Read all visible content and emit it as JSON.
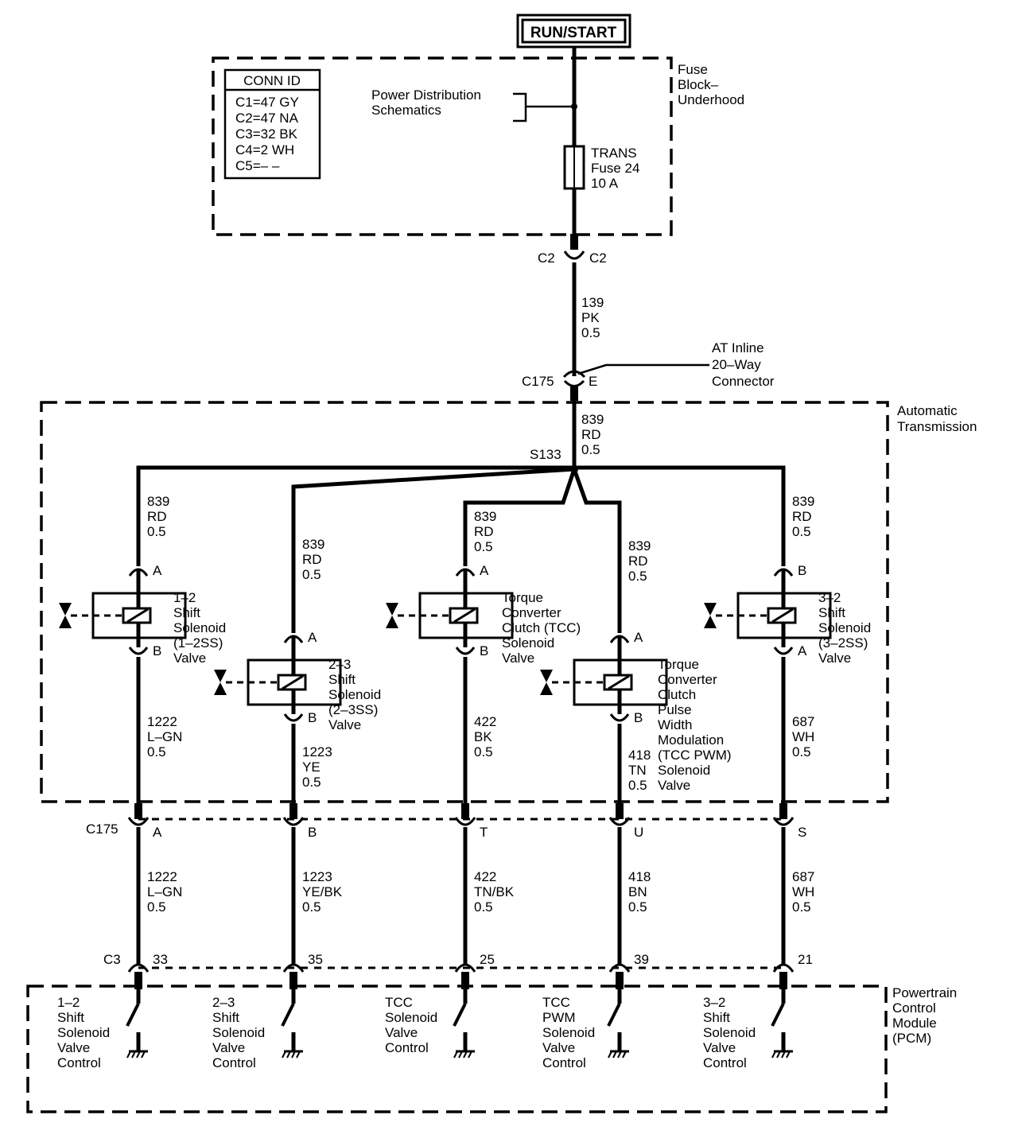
{
  "source": {
    "label": "RUN/START"
  },
  "fuse_block": {
    "name": [
      "Fuse",
      "Block–",
      "Underhood"
    ],
    "conn_id": {
      "header": "CONN ID",
      "rows": [
        "C1=47 GY",
        "C2=47 NA",
        "C3=32 BK",
        "C4=2 WH",
        "C5=– –"
      ]
    },
    "power_dist": [
      "Power Distribution",
      "Schematics"
    ],
    "fuse": [
      "TRANS",
      "Fuse 24",
      "10 A"
    ]
  },
  "c2": {
    "left": "C2",
    "right": "C2"
  },
  "wire_139": [
    "139",
    "PK",
    "0.5"
  ],
  "c175_top": {
    "name": "C175",
    "pin": "E"
  },
  "at_inline": [
    "AT Inline",
    "20–Way",
    "Connector"
  ],
  "auto_trans": [
    "Automatic",
    "Transmission"
  ],
  "wire_839_main": [
    "839",
    "RD",
    "0.5"
  ],
  "splice": "S133",
  "solenoids": [
    {
      "feed": [
        "839",
        "RD",
        "0.5"
      ],
      "pin_top": "A",
      "pin_bot": "B",
      "name": [
        "1–2",
        "Shift",
        "Solenoid",
        "(1–2SS)",
        "Valve"
      ],
      "wire_lower": [
        "1222",
        "L–GN",
        "0.5"
      ],
      "c175_pin": "A",
      "wire_pcm": [
        "1222",
        "L–GN",
        "0.5"
      ],
      "c3_pin": "33",
      "pcm_label": [
        "1–2",
        "Shift",
        "Solenoid",
        "Valve",
        "Control"
      ]
    },
    {
      "feed": [
        "839",
        "RD",
        "0.5"
      ],
      "pin_top": "A",
      "pin_bot": "B",
      "name": [
        "2–3",
        "Shift",
        "Solenoid",
        "(2–3SS)",
        "Valve"
      ],
      "wire_lower": [
        "1223",
        "YE",
        "0.5"
      ],
      "c175_pin": "B",
      "wire_pcm": [
        "1223",
        "YE/BK",
        "0.5"
      ],
      "c3_pin": "35",
      "pcm_label": [
        "2–3",
        "Shift",
        "Solenoid",
        "Valve",
        "Control"
      ]
    },
    {
      "feed": [
        "839",
        "RD",
        "0.5"
      ],
      "pin_top": "A",
      "pin_bot": "B",
      "name": [
        "Torque",
        "Converter",
        "Clutch (TCC)",
        "Solenoid",
        "Valve"
      ],
      "wire_lower": [
        "422",
        "BK",
        "0.5"
      ],
      "c175_pin": "T",
      "wire_pcm": [
        "422",
        "TN/BK",
        "0.5"
      ],
      "c3_pin": "25",
      "pcm_label": [
        "TCC",
        "Solenoid",
        "Valve",
        "Control"
      ]
    },
    {
      "feed": [
        "839",
        "RD",
        "0.5"
      ],
      "pin_top": "A",
      "pin_bot": "B",
      "name": [
        "Torque",
        "Converter",
        "Clutch",
        "Pulse",
        "Width",
        "Modulation",
        "(TCC PWM)",
        "Solenoid",
        "Valve"
      ],
      "wire_lower": [
        "418",
        "TN",
        "0.5"
      ],
      "c175_pin": "U",
      "wire_pcm": [
        "418",
        "BN",
        "0.5"
      ],
      "c3_pin": "39",
      "pcm_label": [
        "TCC",
        "PWM",
        "Solenoid",
        "Valve",
        "Control"
      ]
    },
    {
      "feed": [
        "839",
        "RD",
        "0.5"
      ],
      "pin_top": "B",
      "pin_bot": "A",
      "name": [
        "3–2",
        "Shift",
        "Solenoid",
        "(3–2SS)",
        "Valve"
      ],
      "wire_lower": [
        "687",
        "WH",
        "0.5"
      ],
      "c175_pin": "S",
      "wire_pcm": [
        "687",
        "WH",
        "0.5"
      ],
      "c3_pin": "21",
      "pcm_label": [
        "3–2",
        "Shift",
        "Solenoid",
        "Valve",
        "Control"
      ]
    }
  ],
  "c175_bottom": "C175",
  "c3": "C3",
  "pcm": [
    "Powertrain",
    "Control",
    "Module",
    "(PCM)"
  ]
}
